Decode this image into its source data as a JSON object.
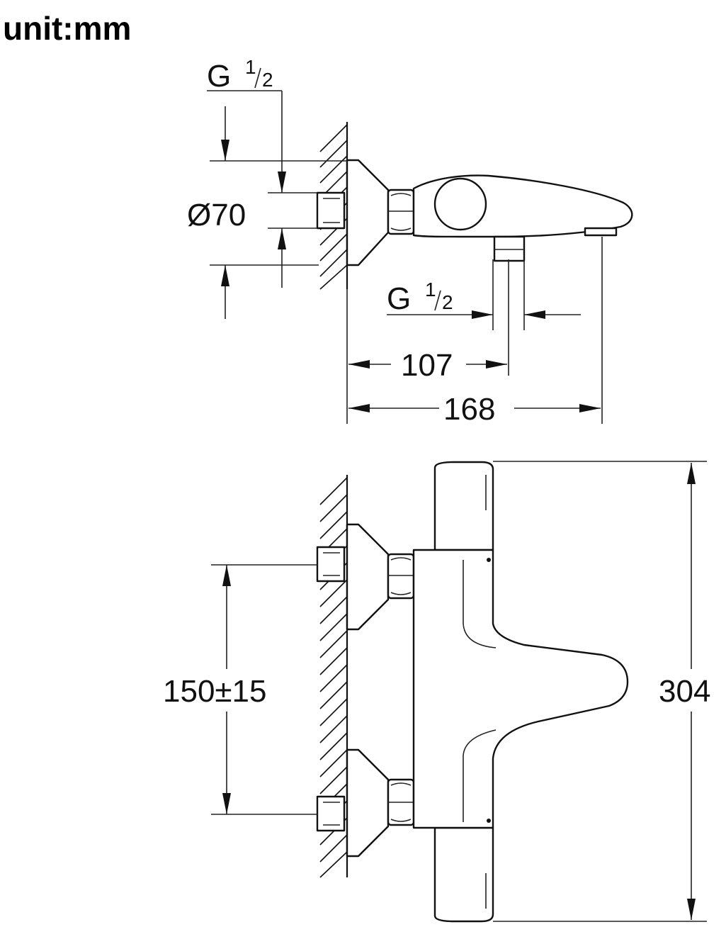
{
  "unit_label": "unit:mm",
  "side_view": {
    "thread_top": {
      "letter": "G",
      "fraction_num": "1",
      "fraction_den": "2"
    },
    "diameter": "Ø70",
    "thread_outlet": {
      "letter": "G",
      "fraction_num": "1",
      "fraction_den": "2"
    },
    "dim_outlet": "107",
    "dim_depth": "168"
  },
  "front_view": {
    "dim_centers": "150±15",
    "dim_height": "304"
  }
}
